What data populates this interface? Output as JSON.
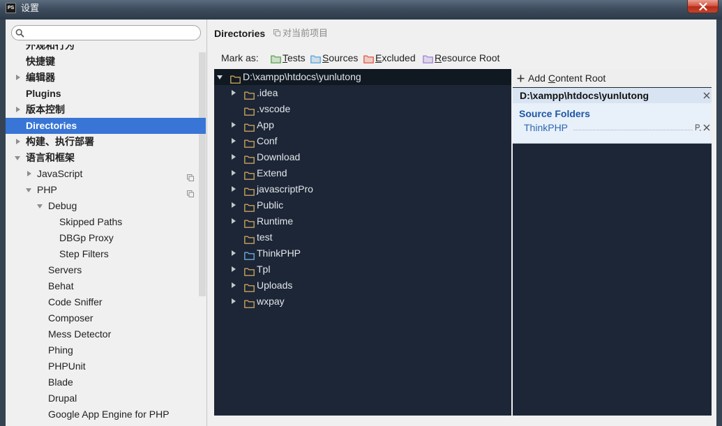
{
  "window": {
    "app_icon_label": "PS",
    "title": "设置"
  },
  "sidebar": {
    "search": {
      "value": ""
    },
    "items": [
      {
        "label": "外观和行为",
        "level": 0,
        "bold": true,
        "arrow": "none"
      },
      {
        "label": "快捷键",
        "level": 0,
        "bold": true,
        "arrow": "none"
      },
      {
        "label": "编辑器",
        "level": 0,
        "bold": true,
        "arrow": "collapsed"
      },
      {
        "label": "Plugins",
        "level": 0,
        "bold": true,
        "arrow": "none"
      },
      {
        "label": "版本控制",
        "level": 0,
        "bold": true,
        "arrow": "collapsed"
      },
      {
        "label": "Directories",
        "level": 0,
        "bold": true,
        "arrow": "none",
        "selected": true
      },
      {
        "label": "构建、执行部署",
        "level": 0,
        "bold": true,
        "arrow": "collapsed"
      },
      {
        "label": "语言和框架",
        "level": 0,
        "bold": true,
        "arrow": "expanded"
      },
      {
        "label": "JavaScript",
        "level": 1,
        "bold": false,
        "arrow": "collapsed",
        "project_icon": true
      },
      {
        "label": "PHP",
        "level": 1,
        "bold": false,
        "arrow": "expanded",
        "project_icon": true
      },
      {
        "label": "Debug",
        "level": 2,
        "bold": false,
        "arrow": "expanded"
      },
      {
        "label": "Skipped Paths",
        "level": 3,
        "bold": false,
        "arrow": "none"
      },
      {
        "label": "DBGp Proxy",
        "level": 3,
        "bold": false,
        "arrow": "none"
      },
      {
        "label": "Step Filters",
        "level": 3,
        "bold": false,
        "arrow": "none"
      },
      {
        "label": "Servers",
        "level": 2,
        "bold": false,
        "arrow": "none"
      },
      {
        "label": "Behat",
        "level": 2,
        "bold": false,
        "arrow": "none"
      },
      {
        "label": "Code Sniffer",
        "level": 2,
        "bold": false,
        "arrow": "none"
      },
      {
        "label": "Composer",
        "level": 2,
        "bold": false,
        "arrow": "none"
      },
      {
        "label": "Mess Detector",
        "level": 2,
        "bold": false,
        "arrow": "none"
      },
      {
        "label": "Phing",
        "level": 2,
        "bold": false,
        "arrow": "none"
      },
      {
        "label": "PHPUnit",
        "level": 2,
        "bold": false,
        "arrow": "none"
      },
      {
        "label": "Blade",
        "level": 2,
        "bold": false,
        "arrow": "none"
      },
      {
        "label": "Drupal",
        "level": 2,
        "bold": false,
        "arrow": "none"
      },
      {
        "label": "Google App Engine for PHP",
        "level": 2,
        "bold": false,
        "arrow": "none"
      }
    ]
  },
  "header": {
    "title": "Directories",
    "scope_note": "对当前项目"
  },
  "mark_as": {
    "label": "Mark as:",
    "tests": "Tests",
    "sources": "Sources",
    "excluded": "Excluded",
    "resource_root": "Resource Root"
  },
  "tree": {
    "root": {
      "name": "D:\\xampp\\htdocs\\yunlutong",
      "expanded": true
    },
    "children": [
      {
        "name": ".idea",
        "expandable": true,
        "kind": "plain"
      },
      {
        "name": ".vscode",
        "expandable": false,
        "kind": "plain"
      },
      {
        "name": "App",
        "expandable": true,
        "kind": "plain"
      },
      {
        "name": "Conf",
        "expandable": true,
        "kind": "plain"
      },
      {
        "name": "Download",
        "expandable": true,
        "kind": "plain"
      },
      {
        "name": "Extend",
        "expandable": true,
        "kind": "plain"
      },
      {
        "name": "javascriptPro",
        "expandable": true,
        "kind": "plain"
      },
      {
        "name": "Public",
        "expandable": true,
        "kind": "plain"
      },
      {
        "name": "Runtime",
        "expandable": true,
        "kind": "plain"
      },
      {
        "name": "test",
        "expandable": false,
        "kind": "plain"
      },
      {
        "name": "ThinkPHP",
        "expandable": true,
        "kind": "source"
      },
      {
        "name": "Tpl",
        "expandable": true,
        "kind": "plain"
      },
      {
        "name": "Uploads",
        "expandable": true,
        "kind": "plain"
      },
      {
        "name": "wxpay",
        "expandable": true,
        "kind": "plain"
      }
    ]
  },
  "content_roots": {
    "add_label": "Add Content Root",
    "root_path": "D:\\xampp\\htdocs\\yunlutong",
    "source_folders_label": "Source Folders",
    "source_folders": [
      {
        "name": "ThinkPHP"
      }
    ]
  },
  "colors": {
    "selection": "#3875d6",
    "tree_background": "#1c2636",
    "folder": "#c9a15a",
    "source_folder": "#6ea8dc",
    "tests": "#62a857",
    "sources": "#5fa6d8",
    "excluded": "#e0604f",
    "resource_root": "#a688d6",
    "source_folders_heading": "#1d56a4"
  }
}
